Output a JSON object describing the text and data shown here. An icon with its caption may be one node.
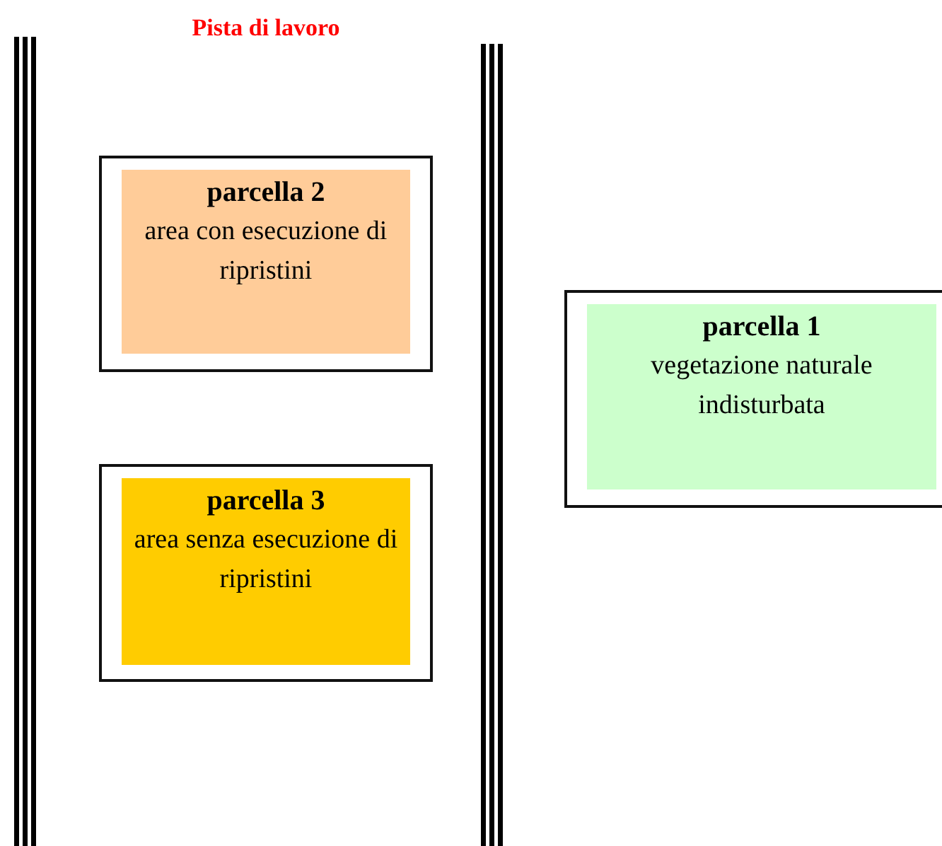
{
  "diagram": {
    "title": "Pista di lavoro",
    "nodes": [
      {
        "text": [
          "parcella 2",
          "area con esecuzione di ripristini"
        ]
      },
      {
        "text": [
          "parcella 3",
          "area senza esecuzione di ripristini"
        ]
      },
      {
        "text": [
          "parcella 1",
          "vegetazione naturale indisturbata"
        ]
      }
    ]
  }
}
